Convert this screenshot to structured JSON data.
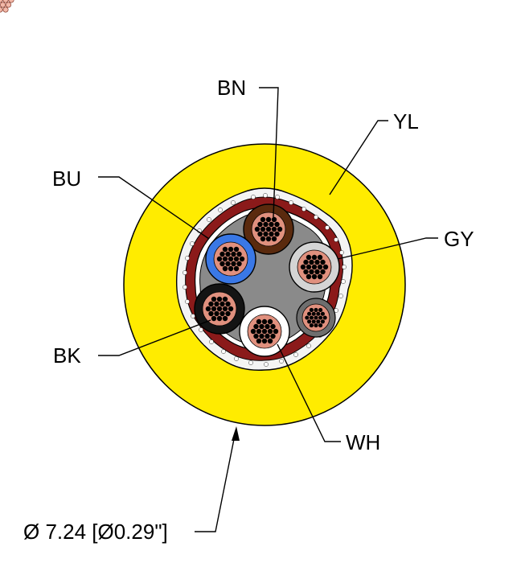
{
  "labels": {
    "bn": "BN",
    "yl": "YL",
    "bu": "BU",
    "gy": "GY",
    "bk": "BK",
    "wh": "WH",
    "diameter": "Ø 7.24 [Ø0.29\"]"
  },
  "colors": {
    "jacket": "#ffec00",
    "shield": "#8b1a1a",
    "filler": "#8a8a8a",
    "brown": "#5a2a0e",
    "blue": "#3a78e6",
    "grey": "#d4d4d4",
    "black": "#141414",
    "white": "#ffffff",
    "copper": "#e0907e",
    "bk_inner": "#e0907e"
  }
}
